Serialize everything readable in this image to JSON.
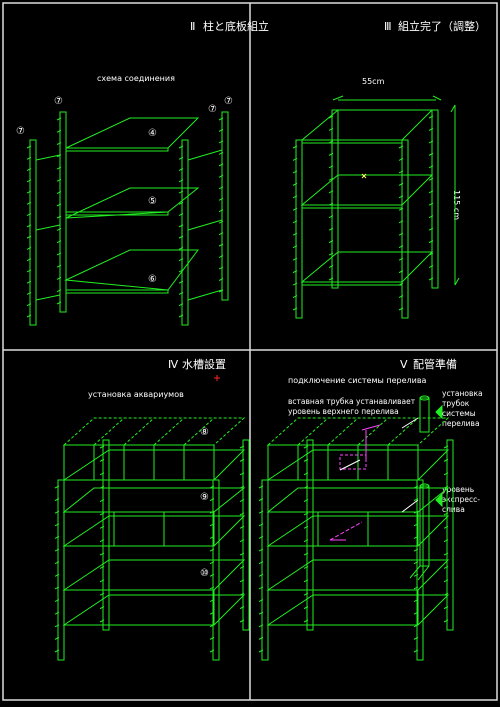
{
  "colors": {
    "line": "#22ee22",
    "text": "#ffffff",
    "frame": "#dddddd",
    "pipe_highlight": "#ff44ff",
    "arrow": "#22ee22",
    "marker": "#ff2222",
    "dashed": "#ffffff"
  },
  "panels": [
    {
      "number": "Ⅱ",
      "title": "柱と底板組立",
      "caption": "схема соединения",
      "part_labels": [
        "⑦",
        "⑦",
        "⑦",
        "⑦",
        "④",
        "⑤",
        "⑥"
      ]
    },
    {
      "number": "Ⅲ",
      "title": "組立完了（調整）",
      "width_label": "55cm",
      "height_label": "115 cm"
    },
    {
      "number": "Ⅳ",
      "title": "水槽設置",
      "caption": "установка аквариумов",
      "part_labels": [
        "⑧",
        "⑨",
        "⑩"
      ]
    },
    {
      "number": "Ⅴ",
      "title": "配管準備",
      "caption": "подключение системы перелива",
      "note_insert": "вставная трубка устанавливает уровень верхнего перелива",
      "note_overflow": "установка трубок системы перелива",
      "note_drain": "уровень экспресс-слива"
    }
  ]
}
